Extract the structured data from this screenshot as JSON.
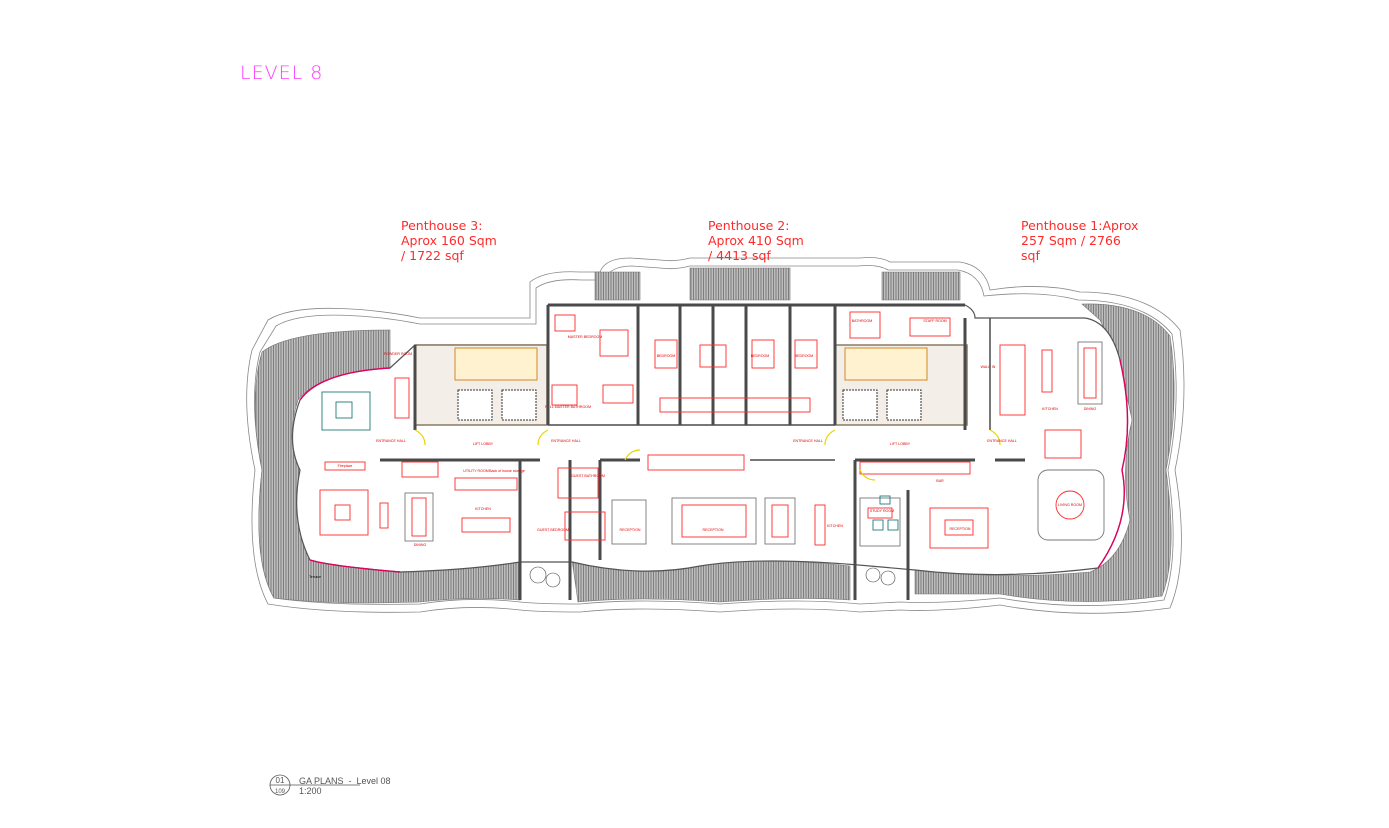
{
  "title": "LEVEL 8",
  "penthouses": [
    {
      "name": "Penthouse 3:",
      "line2": "Aprox 160 Sqm",
      "line3": "/ 1722 sqf"
    },
    {
      "name": "Penthouse 2:",
      "line2": "Aprox 410 Sqm",
      "line3": "/ 4413 sqf"
    },
    {
      "name": "Penthouse 1:Aprox",
      "line2": "257 Sqm / 2766",
      "line3": "sqf"
    }
  ],
  "rooms": {
    "terrace": "Terrace",
    "powder_room": "POWDER ROOM",
    "entrance_hall": "ENTRANCE HALL",
    "lift_lobby": "LIFT LOBBY",
    "utility_room": "UTILITY ROOM",
    "back_of_house": "Back of house storage",
    "kitchen": "KITCHEN",
    "dining": "DINING",
    "fireplace": "Fireplace",
    "guest_bathroom": "GUEST BATHROOM",
    "guest_bedroom": "GUEST BEDROOM",
    "master_bedroom": "MASTER BEDROOM",
    "master_bathroom": "FULL MASTER BATHROOM",
    "bedroom": "BEDROOM",
    "bathroom": "BATHROOM",
    "staff_room": "STAFF ROOM",
    "reception": "RECEPTION",
    "bar": "BAR",
    "study_room": "STUDY ROOM",
    "living_room": "LIVING ROOM",
    "walk_in": "WALK IN"
  },
  "title_block": {
    "number": "01",
    "sheet": "109",
    "name": "GA PLANS  -  Level 08",
    "scale": "1:200"
  },
  "colors": {
    "accent": "#ff3cff",
    "furniture": "#ff2a2a",
    "wall": "#4a4a4a",
    "terrace": "#9a9a9a"
  }
}
